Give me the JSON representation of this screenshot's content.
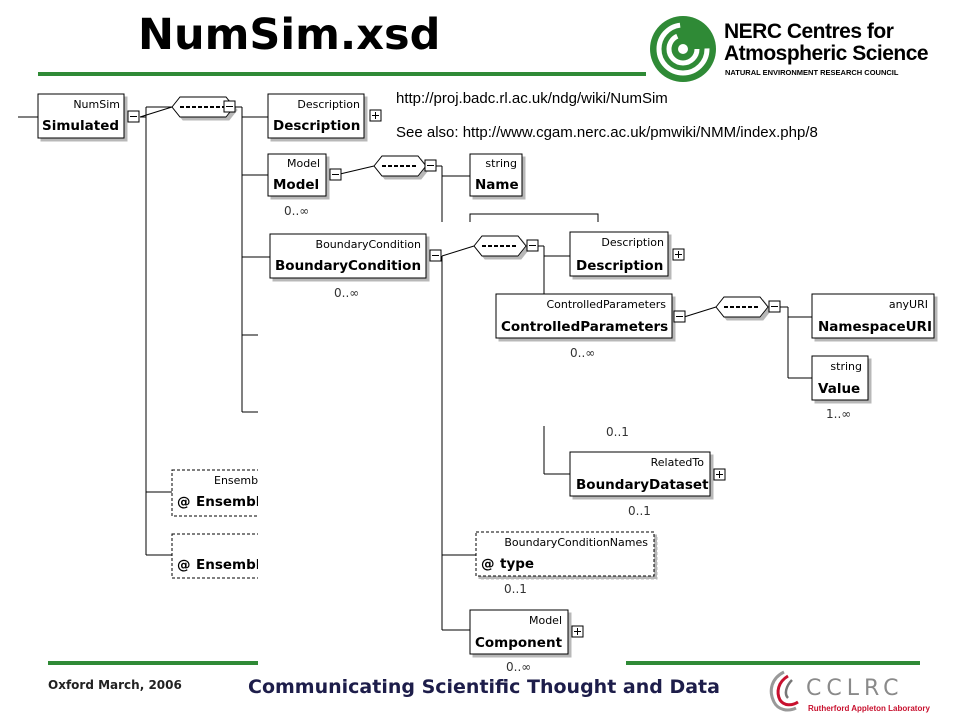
{
  "title": "NumSim.xsd",
  "links": {
    "wiki_url": "http://proj.badc.rl.ac.uk/ndg/wiki/NumSim",
    "see_also": "See also: http://www.cgam.nerc.ac.uk/pmwiki/NMM/index.php/8"
  },
  "logo": {
    "nerc_line1": "NERC Centres for",
    "nerc_line2": "Atmospheric Science",
    "nerc_line3": "NATURAL ENVIRONMENT RESEARCH COUNCIL",
    "cclrc_name": "CCLRC",
    "cclrc_sub": "Rutherford Appleton Laboratory"
  },
  "footer": {
    "left": "Oxford March, 2006",
    "center": "Communicating Scientific Thought and Data"
  },
  "colors": {
    "accent_green": "#2f8a36",
    "cclrc_red": "#c8102e"
  },
  "diagram": {
    "nodes": {
      "simulated": {
        "type": "NumSim",
        "name": "Simulated"
      },
      "description1": {
        "type": "Description",
        "name": "Description"
      },
      "model": {
        "type": "Model",
        "name": "Model",
        "card": "0..∞"
      },
      "name": {
        "type": "string",
        "name": "Name"
      },
      "boundary": {
        "type": "BoundaryCondition",
        "name": "BoundaryCondition",
        "card": "0..∞"
      },
      "description2": {
        "type": "Description",
        "name": "Description"
      },
      "controlled": {
        "type": "ControlledParameters",
        "name": "ControlledParameters",
        "card": "0..∞"
      },
      "namespace": {
        "type": "anyURI",
        "name": "NamespaceURI"
      },
      "value": {
        "type": "string",
        "name": "Value",
        "card": "1..∞"
      },
      "dataset": {
        "type": "RelatedTo",
        "name": "BoundaryDataset",
        "card_above": "0..1",
        "card": "0..1"
      },
      "bcnames": {
        "type": "BoundaryConditionNames",
        "name": "type",
        "card": "0..1"
      },
      "component": {
        "type": "Model",
        "name": "Component",
        "card": "0..∞"
      },
      "ensemble1": {
        "type": "Ensemb",
        "name": "Ensembl"
      },
      "ensemble2": {
        "name": "Ensembl"
      }
    }
  }
}
